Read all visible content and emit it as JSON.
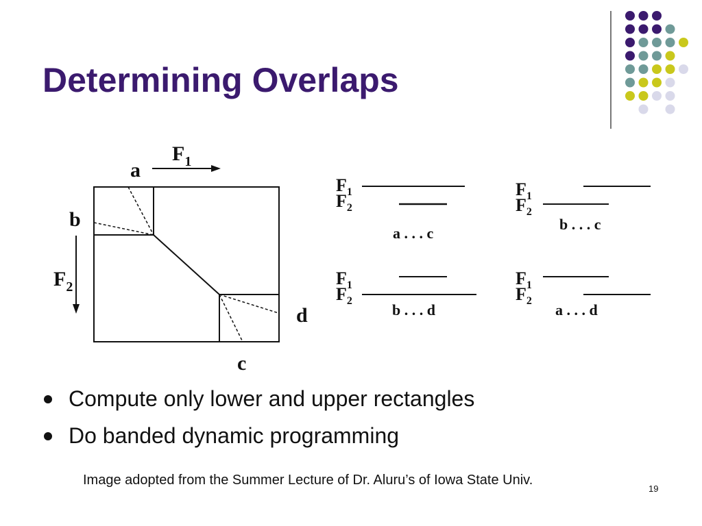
{
  "slide": {
    "title": "Determining Overlaps",
    "page_number": "19",
    "credit": "Image adopted from the Summer Lecture of Dr. Aluru’s of Iowa State Univ."
  },
  "bullets": [
    "Compute only lower and upper rectangles",
    "Do banded dynamic programming"
  ],
  "diagram": {
    "labels": {
      "f1": "F",
      "f1_sub": "1",
      "f2": "F",
      "f2_sub": "2",
      "a": "a",
      "b": "b",
      "c": "c",
      "d": "d"
    },
    "cases": [
      {
        "range": "a . . . c"
      },
      {
        "range": "b . . . c"
      },
      {
        "range": "b . . . d"
      },
      {
        "range": "a . . . d"
      }
    ]
  },
  "decor": {
    "colors": {
      "purple": "#3b1a6e",
      "teal": "#6f9a98",
      "yellow": "#c9c81c",
      "lavender": "#d9d9ea"
    },
    "dot_grid": [
      [
        "purple",
        "purple",
        "purple",
        "",
        ""
      ],
      [
        "purple",
        "purple",
        "purple",
        "teal",
        ""
      ],
      [
        "purple",
        "teal",
        "teal",
        "teal",
        "yellow"
      ],
      [
        "purple",
        "teal",
        "teal",
        "yellow",
        ""
      ],
      [
        "teal",
        "teal",
        "yellow",
        "yellow",
        "lavender"
      ],
      [
        "teal",
        "yellow",
        "yellow",
        "lavender",
        ""
      ],
      [
        "yellow",
        "yellow",
        "lavender",
        "lavender",
        ""
      ],
      [
        "",
        "lavender",
        "",
        "lavender",
        ""
      ]
    ]
  }
}
